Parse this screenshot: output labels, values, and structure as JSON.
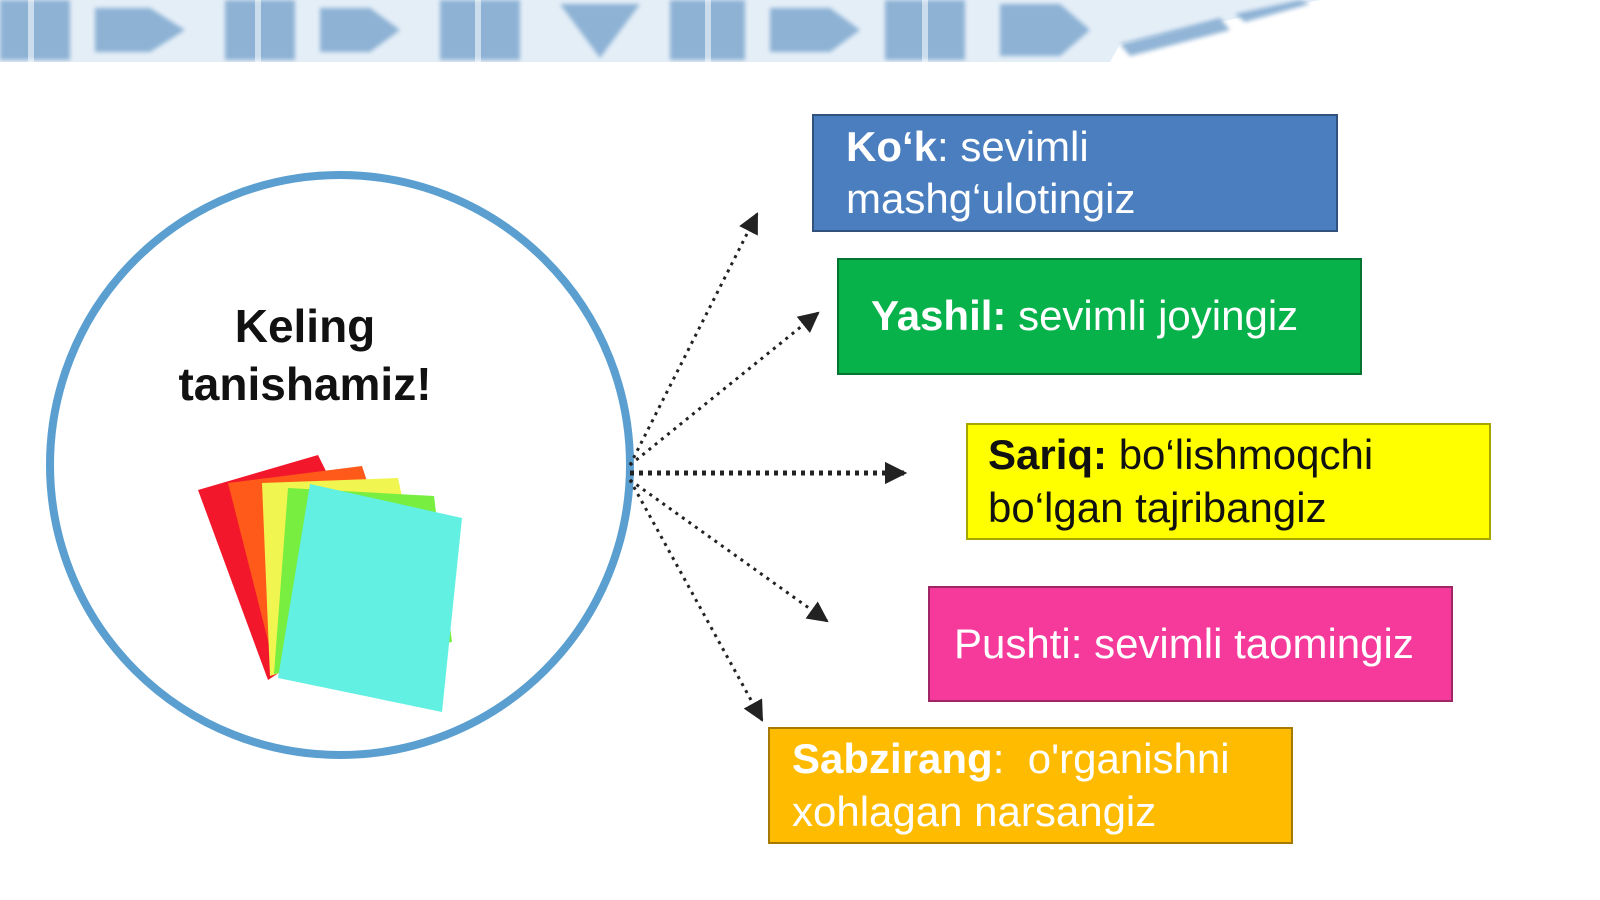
{
  "title": "Keling tanishamiz!",
  "colors": {
    "circle_stroke": "#5a9fd0",
    "ikat_base": "#dce8f3",
    "ikat_pattern": "#7fa8cf",
    "arrow": "#222222",
    "blue": "#4a7ebf",
    "green": "#07b24a",
    "yellow": "#ffff00",
    "pink": "#f53a9b",
    "orange": "#ffbb00",
    "sheet_red": "#f2172a",
    "sheet_orange": "#ff5a1a",
    "sheet_yellow": "#f0f550",
    "sheet_green": "#78ee40",
    "sheet_cyan": "#62f0e2"
  },
  "cards": [
    {
      "key": "Ko‘k",
      "sep": ": ",
      "text": "sevimli mashg‘ulotingiz"
    },
    {
      "key": "Yashil:",
      "sep": " ",
      "text": "sevimli joyingiz"
    },
    {
      "key": "Sariq:",
      "sep": " ",
      "text": "bo‘lishmoqchi bo‘lgan tajribangiz"
    },
    {
      "key": "",
      "sep": "",
      "text": "Pushti: sevimli taomingiz"
    },
    {
      "key": "Sabzirang",
      "sep": ":  ",
      "text": "o'rganishni xohlagan narsangiz"
    }
  ]
}
